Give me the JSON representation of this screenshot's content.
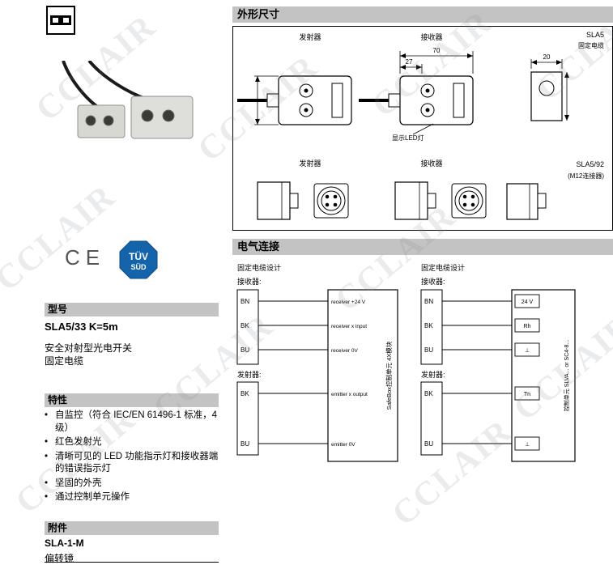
{
  "watermark_text": "CCLAIR",
  "product": {
    "ce_mark": "CE",
    "tuv_line1": "TÜV",
    "tuv_line2": "SÜD"
  },
  "model_section": {
    "header": "型号",
    "model": "SLA5/33 K=5m",
    "description_line1": "安全对射型光电开关",
    "description_line2": "固定电缆"
  },
  "features_section": {
    "header": "特性",
    "items": [
      "自监控（符合 IEC/EN 61496-1 标准，4 级）",
      "红色发射光",
      "清晰可见的 LED 功能指示灯和接收器端的错误指示灯",
      "坚固的外壳",
      "通过控制单元操作"
    ]
  },
  "accessories_section": {
    "header": "附件",
    "model": "SLA-1-M",
    "description": "偏转镜"
  },
  "dimensions_section": {
    "header": "外形尺寸",
    "top_view": {
      "emitter_label": "发射器",
      "receiver_label": "接收器",
      "variant": "SLA5",
      "variant_note": "固定电缆",
      "dim_width_total": "70",
      "dim_width_partial": "27",
      "dim_depth": "20",
      "led_label": "显示LED灯"
    },
    "bottom_view": {
      "emitter_label": "发射器",
      "receiver_label": "接收器",
      "variant": "SLA5/92",
      "variant_note": "(M12连接器)"
    }
  },
  "electrical_section": {
    "header": "电气连接",
    "safebox_diagram": {
      "title": "固定电缆设计",
      "receiver_label": "接收器:",
      "receiver_wires": [
        "BN",
        "BK",
        "BU"
      ],
      "receiver_terminals": [
        "receiver +24 V",
        "receiver x input",
        "receiver 0V"
      ],
      "emitter_label": "发射器:",
      "emitter_wires": [
        "BK",
        "BU"
      ],
      "emitter_terminals": [
        "emitter x output",
        "emitter 0V"
      ],
      "control_unit_label": "SafeBox控制单元 4X模块"
    },
    "control_unit_diagram": {
      "title": "固定电缆设计",
      "receiver_label": "接收器:",
      "receiver_wires": [
        "BN",
        "BK",
        "BU"
      ],
      "receiver_terminals": [
        "24 V",
        "Rh",
        "⊥"
      ],
      "emitter_label": "发射器:",
      "emitter_wires": [
        "BK",
        "BU"
      ],
      "emitter_terminals": [
        "Tn",
        "⊥"
      ],
      "control_unit_label": "控制单元 SLVA... or SC4-8..."
    }
  }
}
